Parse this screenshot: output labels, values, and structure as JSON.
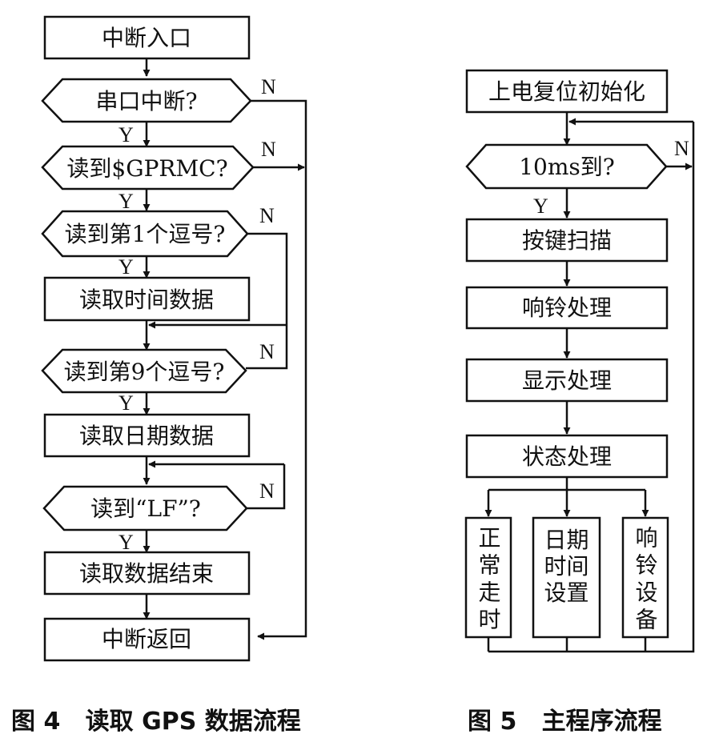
{
  "figure4": {
    "caption": "图 4   读取 GPS 数据流程",
    "nodes": {
      "entry": "中断入口",
      "serial_interrupt": "串口中断?",
      "read_gprmc": "读到$GPRMC?",
      "read_comma1": "读到第1个逗号?",
      "read_time": "读取时间数据",
      "read_comma9": "读到第9个逗号?",
      "read_date": "读取日期数据",
      "read_lf": "读到“LF”?",
      "read_end": "读取数据结束",
      "return": "中断返回"
    },
    "yes_label": "Y",
    "no_label": "N"
  },
  "figure5": {
    "caption": "图 5   主程序流程",
    "nodes": {
      "init": "上电复位初始化",
      "check_10ms": "10ms到?",
      "key_scan": "按键扫描",
      "ring_process": "响铃处理",
      "display_process": "显示处理",
      "state_process": "状态处理",
      "normal_run": "正常走时",
      "datetime_set": "日期时间设置",
      "ring_set": "响铃设备"
    },
    "yes_label": "Y",
    "no_label": "N"
  }
}
